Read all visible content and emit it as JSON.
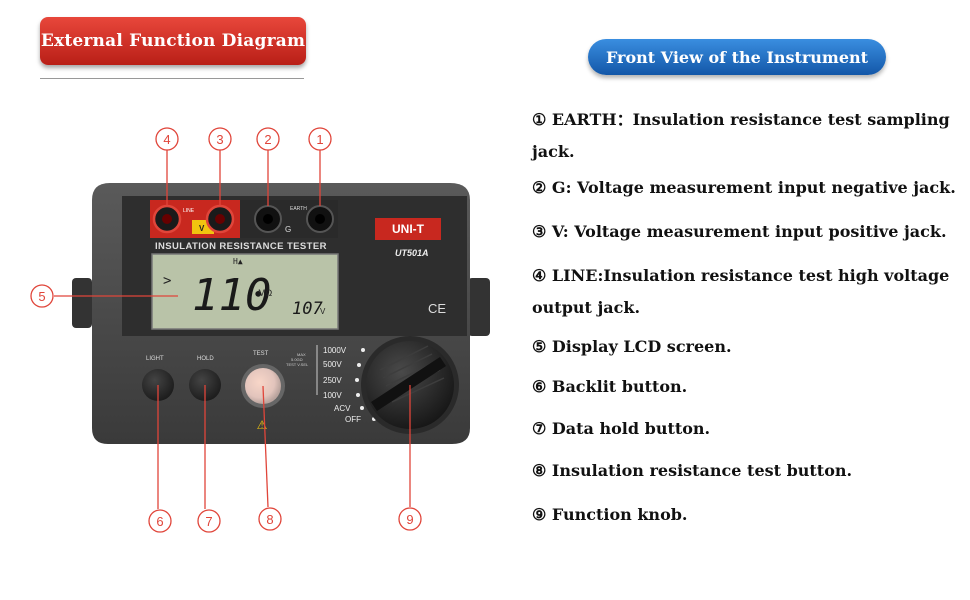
{
  "left_banner": {
    "title": "External Function Diagram"
  },
  "right_banner": {
    "title": "Front View of the Instrument"
  },
  "callouts": [
    "①",
    "②",
    "③",
    "④",
    "⑤",
    "⑥",
    "⑦",
    "⑧",
    "⑨"
  ],
  "callout_numbers": [
    "1",
    "2",
    "3",
    "4",
    "5",
    "6",
    "7",
    "8",
    "9"
  ],
  "descriptions": [
    "① EARTH：Insulation resistance test sampling jack.",
    "② G: Voltage measurement input negative jack.",
    "③ V: Voltage measurement input positive jack.",
    "④ LINE:Insulation resistance test high voltage output jack.",
    "⑤ Display LCD screen.",
    "⑥ Backlit button.",
    "⑦ Data hold button.",
    "⑧ Insulation resistance test button.",
    "⑨ Function knob."
  ],
  "instrument": {
    "brand": "UNI-T",
    "model": "UT501A",
    "panel_title": "INSULATION RESISTANCE TESTER",
    "jacks": {
      "line": "LINE",
      "v": "V",
      "g": "G",
      "earth": "EARTH"
    },
    "lcd": {
      "main_value": "110",
      "unit": "MΩ",
      "sub_value": "107",
      "sub_unit": "V",
      "indicator": ">"
    },
    "ce_mark": "CE",
    "buttons": {
      "light": "LIGHT",
      "hold": "HOLD",
      "test": "TEST"
    },
    "knob_positions": [
      "1000V",
      "500V",
      "250V",
      "100V",
      "ACV",
      "OFF"
    ],
    "knob_note": "MAX 5.0GΩ TEST V.SEL"
  },
  "colors": {
    "red_banner": "#c8281f",
    "blue_banner": "#1f6cc4",
    "callout": "#e0453a",
    "body": "#4a4a4a",
    "lcd": "#b9c3a8"
  }
}
